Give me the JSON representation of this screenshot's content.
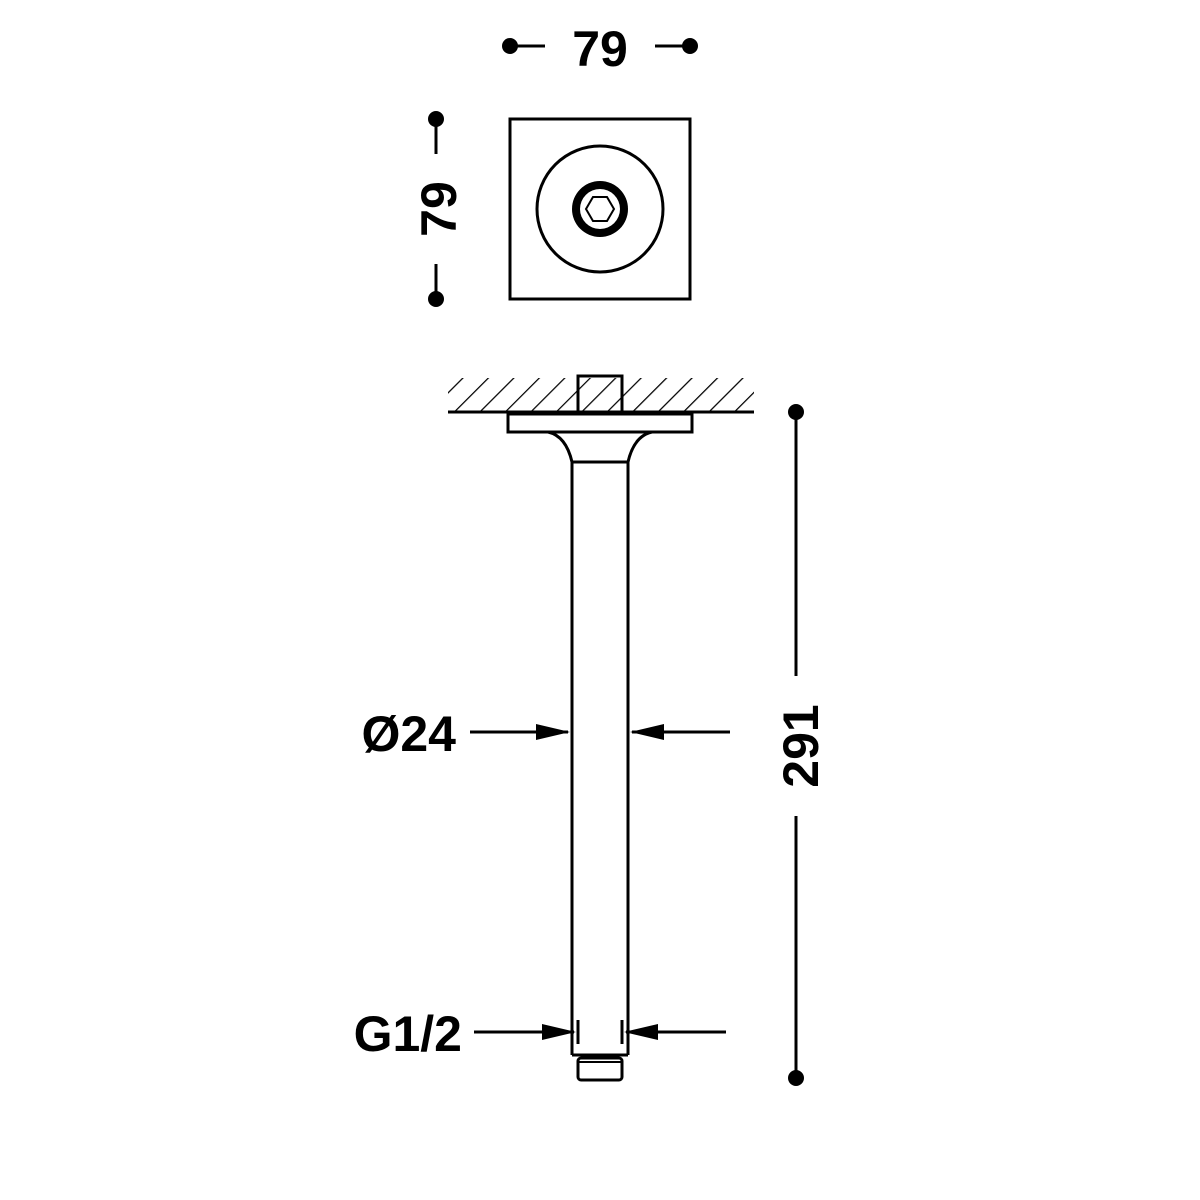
{
  "drawing": {
    "top_view": {
      "width_label": "79",
      "height_label": "79"
    },
    "side_view": {
      "diameter_label": "Ø24",
      "length_label": "291",
      "thread_label": "G1/2"
    }
  },
  "colors": {
    "line": "#000000",
    "background": "#ffffff"
  }
}
